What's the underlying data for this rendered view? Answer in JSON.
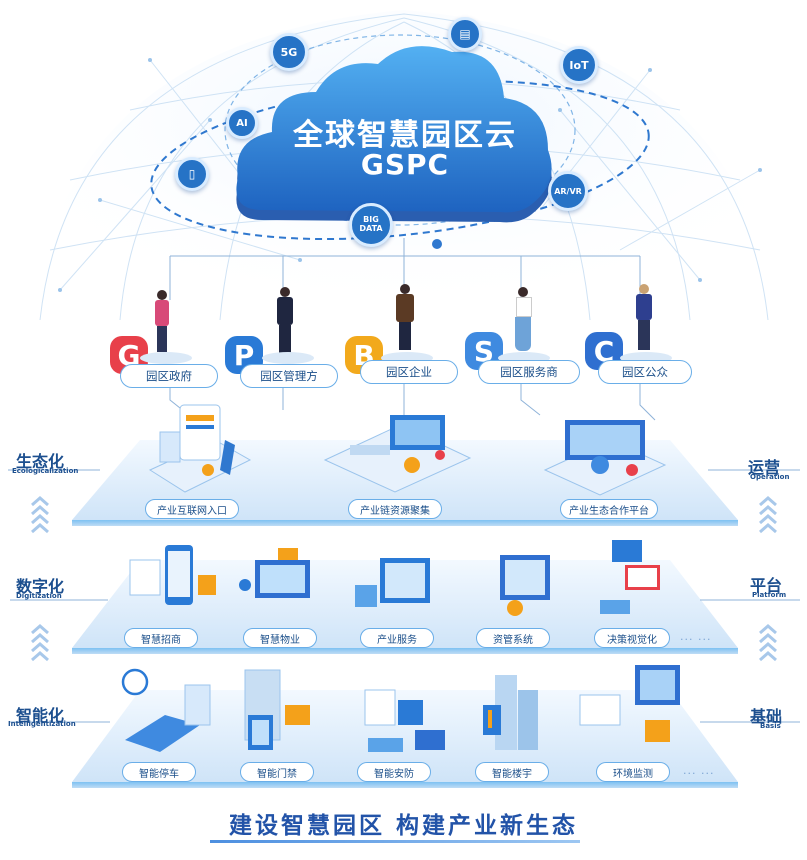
{
  "cloud": {
    "title": "全球智慧园区云",
    "subtitle": "GSPC"
  },
  "tech_nodes": [
    {
      "id": "5g",
      "label": "5G"
    },
    {
      "id": "iot",
      "label": "IoT"
    },
    {
      "id": "ai",
      "label": "AI"
    },
    {
      "id": "ar",
      "label": "AR/VR"
    },
    {
      "id": "bigdata",
      "label": "BIG DATA"
    }
  ],
  "stakeholders": [
    {
      "letter": "G",
      "label": "园区政府",
      "color": "#e8404a"
    },
    {
      "letter": "P",
      "label": "园区管理方",
      "color": "#2a7ad6"
    },
    {
      "letter": "B",
      "label": "园区企业",
      "color": "#f2a91c"
    },
    {
      "letter": "S",
      "label": "园区服务商",
      "color": "#3f8ae0"
    },
    {
      "letter": "C",
      "label": "园区公众",
      "color": "#2f6fd0"
    }
  ],
  "layers": [
    {
      "items": [
        "产业互联网入口",
        "产业链资源聚集",
        "产业生态合作平台"
      ],
      "left": {
        "main": "生态化",
        "sub": "Ecologicalization"
      },
      "right": {
        "main": "运营",
        "sub": "Operation"
      }
    },
    {
      "items": [
        "智慧招商",
        "智慧物业",
        "产业服务",
        "资管系统",
        "决策视觉化"
      ],
      "left": {
        "main": "数字化",
        "sub": "Digitization"
      },
      "right": {
        "main": "平台",
        "sub": "Platform"
      },
      "more": "... ..."
    },
    {
      "items": [
        "智能停车",
        "智能门禁",
        "智能安防",
        "智能楼宇",
        "环境监测"
      ],
      "left": {
        "main": "智能化",
        "sub": "Intelligentization"
      },
      "right": {
        "main": "基础",
        "sub": "Basis"
      },
      "more": "... ..."
    }
  ],
  "slogan": "建设智慧园区  构建产业新生态",
  "colors": {
    "accent": "#2253a8",
    "cloud": "#2e86dd",
    "platform": "#dcebfa",
    "label_border": "#6aaee8"
  }
}
